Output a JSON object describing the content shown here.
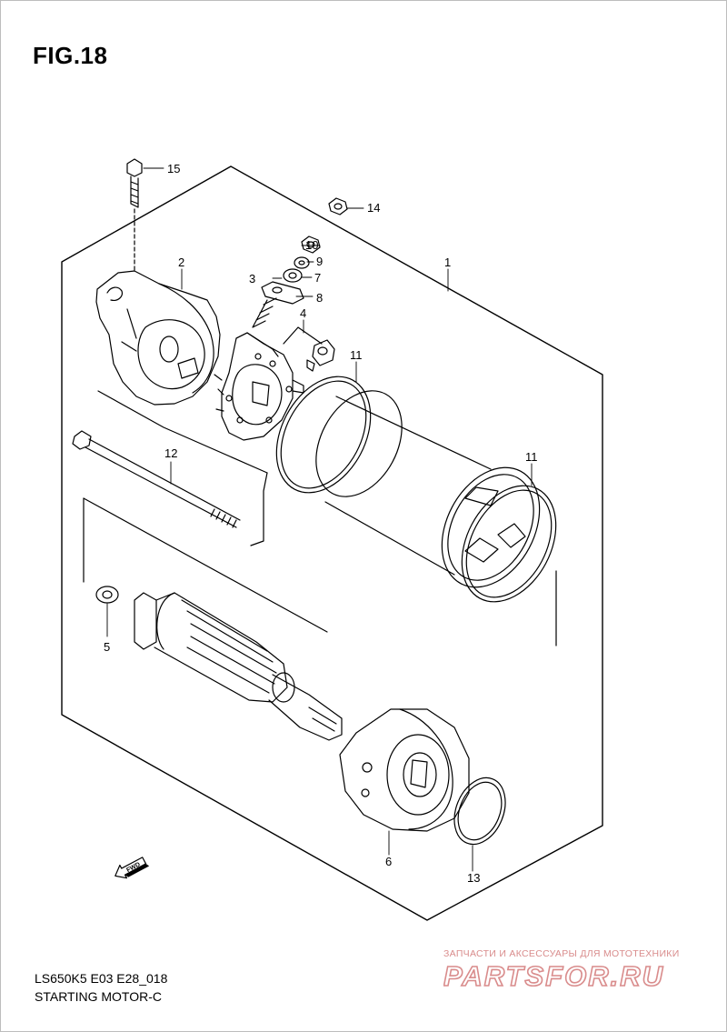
{
  "figure": {
    "title": "FIG.18"
  },
  "callouts": [
    {
      "id": "15",
      "label": "15"
    },
    {
      "id": "14",
      "label": "14"
    },
    {
      "id": "10",
      "label": "10"
    },
    {
      "id": "9",
      "label": "9"
    },
    {
      "id": "7",
      "label": "7"
    },
    {
      "id": "3",
      "label": "3"
    },
    {
      "id": "8",
      "label": "8"
    },
    {
      "id": "2",
      "label": "2"
    },
    {
      "id": "1",
      "label": "1"
    },
    {
      "id": "4",
      "label": "4"
    },
    {
      "id": "11a",
      "label": "11"
    },
    {
      "id": "11b",
      "label": "11"
    },
    {
      "id": "12",
      "label": "12"
    },
    {
      "id": "5",
      "label": "5"
    },
    {
      "id": "6",
      "label": "6"
    },
    {
      "id": "13",
      "label": "13"
    }
  ],
  "direction_arrow": {
    "label": "FWD"
  },
  "footer": {
    "model_code": "LS650K5 E03 E28_018",
    "section_name": "STARTING MOTOR-C"
  },
  "watermark": {
    "caption": "ЗАПЧАСТИ И АКСЕССУАРЫ ДЛЯ МОТОТЕХНИКИ",
    "logo_text": "PARTSFOR.RU",
    "color": "#d98c8c"
  }
}
